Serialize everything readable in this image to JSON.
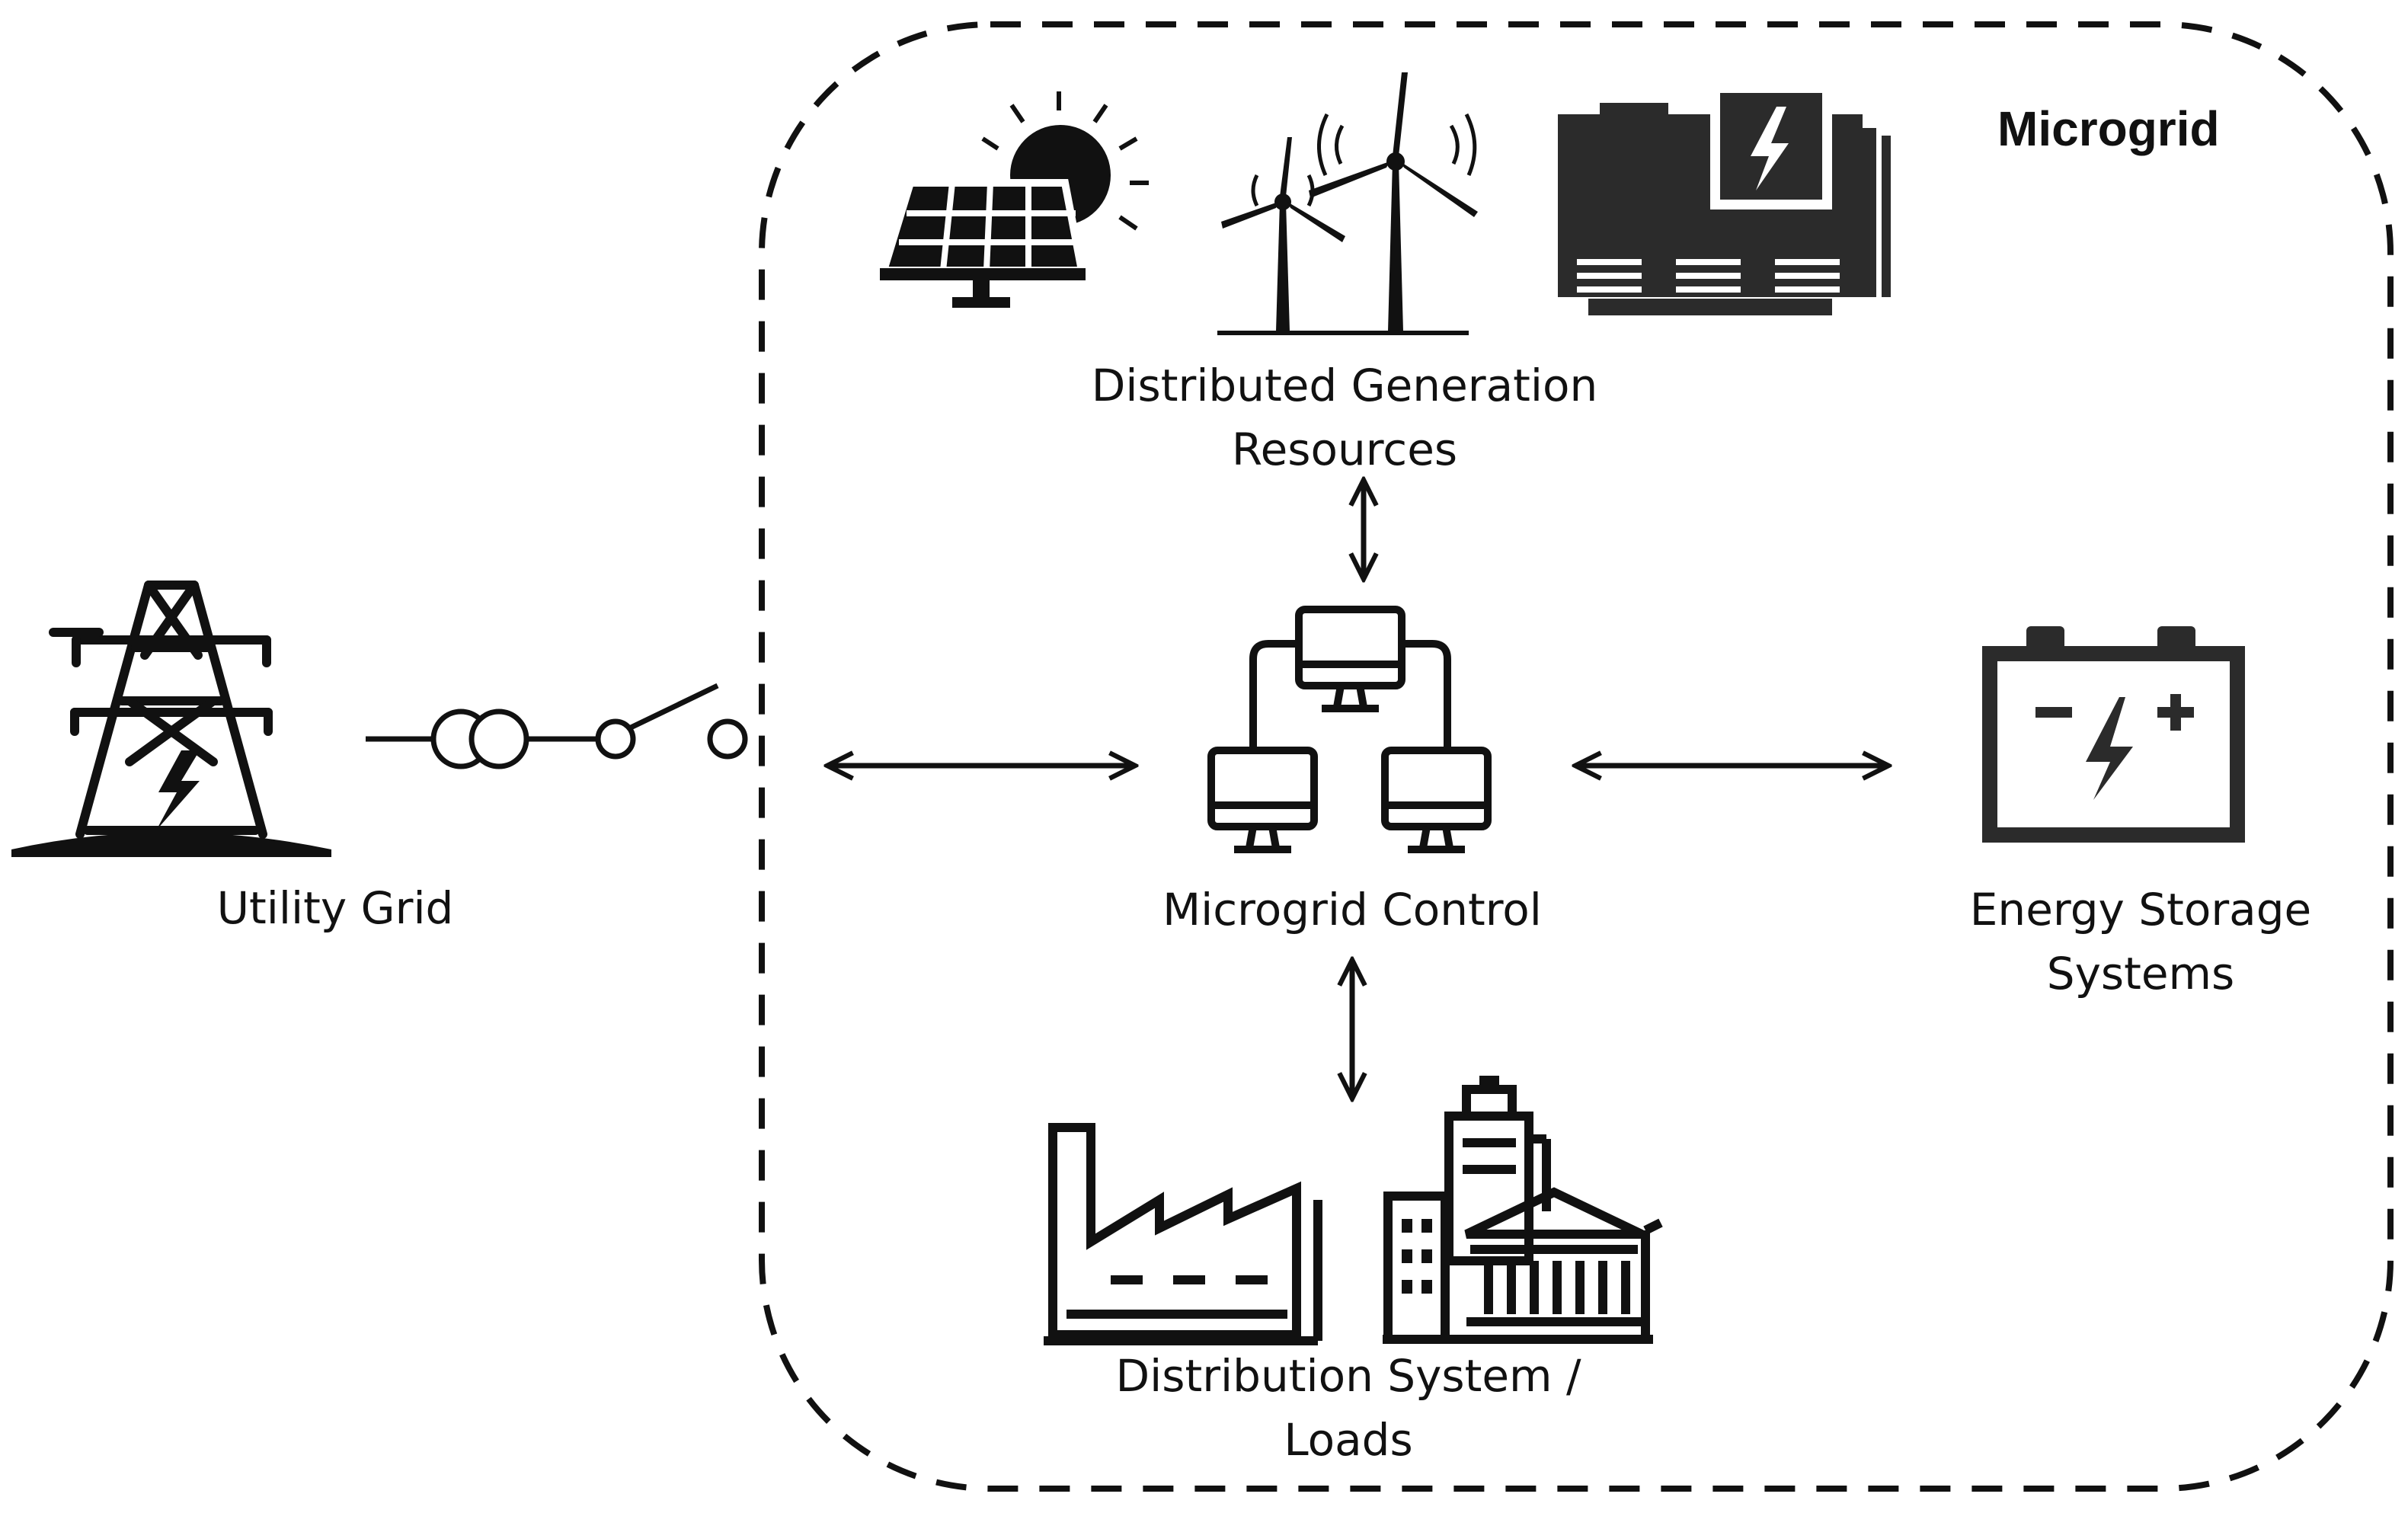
{
  "title": "Microgrid",
  "labels": {
    "utility_grid": "Utility Grid",
    "dg_line1": "Distributed Generation",
    "dg_line2": "Resources",
    "control": "Microgrid Control",
    "storage_line1": "Energy Storage",
    "storage_line2": "Systems",
    "loads_line1": "Distribution System /",
    "loads_line2": "Loads"
  },
  "icons": [
    "transmission-tower-icon",
    "transformer-symbol",
    "open-switch-symbol",
    "solar-panel-icon",
    "wind-turbine-icon",
    "generator-icon",
    "network-computers-icon",
    "battery-icon",
    "factory-icon",
    "city-buildings-icon"
  ],
  "colors": {
    "ink": "#111111",
    "fill_dark": "#2b2b2b",
    "background": "#ffffff"
  }
}
